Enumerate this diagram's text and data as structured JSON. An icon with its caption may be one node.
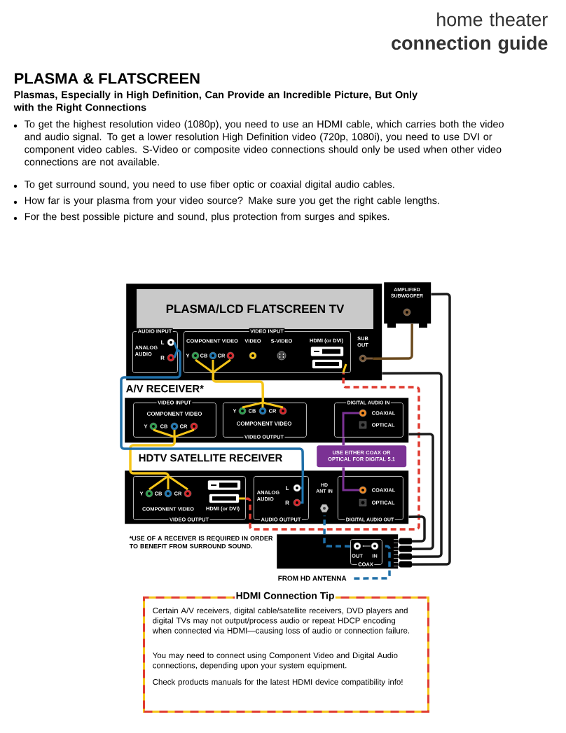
{
  "diagram": {
    "title": "home theater **connection guide**",
    "nodes": [
      {
        "text": [
          "PLASMA/LCD FLATSCREEN TV"
        ]
      },
      {
        "text": [
          "AMPLIFIED SUBWOOFER"
        ]
      },
      {
        "text": [
          "AUDIO INPUT",
          "ANALOG AUDIO",
          "L",
          "R"
        ],
        "in": 0
      },
      {
        "text": [
          "VIDEO INPUT",
          "COMPONENT VIDEO",
          "VIDEO",
          "S-VIDEO",
          "HDMI (or DVI)",
          "Y",
          "CB",
          "CR"
        ],
        "in": 0
      },
      {
        "text": [
          "SUB OUT"
        ],
        "in": 0
      },
      {
        "text": [
          "A/V RECEIVER*"
        ]
      },
      {
        "text": [
          "VIDEO INPUT",
          "COMPONENT VIDEO",
          "Y",
          "CB",
          "CR"
        ],
        "in": 5
      },
      {
        "text": [
          "Y",
          "CB",
          "CR",
          "COMPONENT VIDEO",
          "VIDEO OUTPUT"
        ],
        "in": 5
      },
      {
        "text": [
          "DIGITAL AUDIO IN",
          "COAXIAL",
          "OPTICAL"
        ],
        "in": 5
      },
      {
        "text": [
          "USE EITHER COAX OR OPTICAL FOR DIGITAL 5.1"
        ]
      },
      {
        "text": [
          "HDTV SATELLITE RECEIVER"
        ]
      },
      {
        "text": [
          "Y",
          "CB",
          "CR",
          "COMPONENT VIDEO",
          "HDMI (or DVI)",
          "VIDEO OUTPUT"
        ],
        "in": 10
      },
      {
        "text": [
          "ANALOG AUDIO",
          "L",
          "R",
          "AUDIO OUTPUT"
        ],
        "in": 10
      },
      {
        "text": [
          "HD ANT IN"
        ],
        "in": 10
      },
      {
        "text": [
          "COAXIAL",
          "OPTICAL",
          "DIGITAL AUDIO OUT"
        ],
        "in": 10
      },
      {
        "text": [],
        "shape": "box"
      },
      {
        "text": [
          "OUT",
          "IN",
          "COAX"
        ],
        "in": 15
      },
      {
        "text": [
          "FROM HD ANTENNA"
        ]
      },
      {
        "text": [
          "HDMI Connection Tip",
          "Certain A/V receivers, digital cable/satellite receivers, DVD players and digital TVs may not output/process audio or repeat HDCP encoding when connected via HDMI—causing loss of audio or connection failure.",
          "You may need to connect using Component Video and Digital Audio connections, depending upon your system equipment.",
          "Check products manuals for the latest HDMI device compatibility info!"
        ]
      }
    ],
    "edges": [
      {
        "from": 3,
        "to": 7,
        "arrow": "none",
        "color": "#f5c518"
      },
      {
        "from": 6,
        "to": 11,
        "arrow": "none",
        "color": "#f5c518"
      },
      {
        "from": 11,
        "to": 3,
        "arrow": "none",
        "style": "dashed",
        "color": "#e03c31"
      },
      {
        "from": 12,
        "to": 2,
        "arrow": "none",
        "color": "#1f6fa8"
      },
      {
        "from": 8,
        "to": 9,
        "arrow": "none",
        "color": "#7b3294"
      },
      {
        "from": 9,
        "to": 14,
        "arrow": "none",
        "color": "#7b3294"
      },
      {
        "from": 4,
        "to": 1,
        "arrow": "none",
        "color": "#6b4a1e"
      },
      {
        "from": 17,
        "to": 16,
        "arrow": "none",
        "style": "dashed",
        "color": "#1f6fa8"
      },
      {
        "from": 16,
        "to": 13,
        "arrow": "none",
        "style": "dashed",
        "color": "#1f6fa8"
      },
      {
        "from": 1,
        "to": 15,
        "arrow": "none",
        "color": "#1a1a1a"
      },
      {
        "from": 0,
        "to": 15,
        "arrow": "none",
        "color": "#1a1a1a"
      },
      {
        "from": 5,
        "to": 15,
        "arrow": "none",
        "color": "#1a1a1a"
      },
      {
        "from": 10,
        "to": 15,
        "arrow": "none",
        "color": "#1a1a1a"
      }
    ],
    "labels": [
      "PLASMA & FLATSCREEN",
      "Plasmas, Especially in High Definition, Can Provide an Incredible Picture, But Only with the Right Connections",
      "To get the highest resolution video (1080p), you need to use an HDMI cable, which carries both the video and audio signal. To get a lower resolution High Definition video (720p, 1080i), you need to use DVI or component video cables. S-Video or composite video connections should only be used when other video connections are not available.",
      "To get surround sound, you need to use fiber optic or coaxial digital audio cables.",
      "How far is your plasma from your video source? Make sure you get the right cable lengths.",
      "For the best possible picture and sound, plus protection from surges and spikes.",
      "*USE OF A RECEIVER IS REQUIRED IN ORDER TO BENEFIT FROM SURROUND SOUND."
    ]
  }
}
